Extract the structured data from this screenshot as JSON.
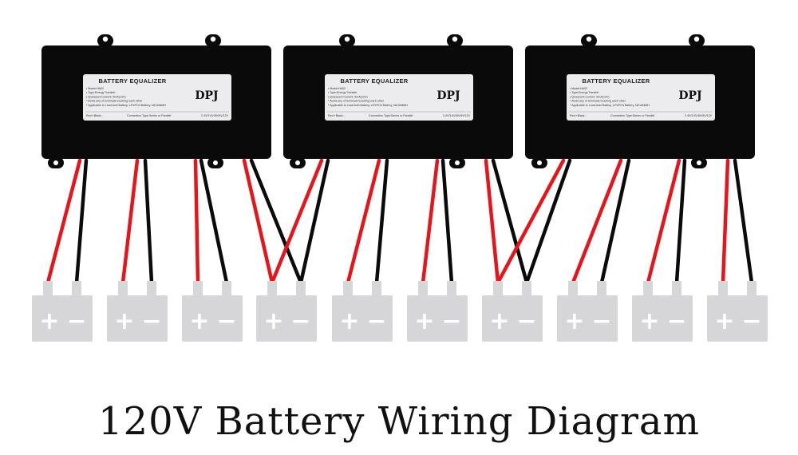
{
  "caption": "120V Battery Wiring Diagram",
  "colors": {
    "background": "#ffffff",
    "equalizer_body": "#0a0a0a",
    "label_plate": "#ececee",
    "wire_positive": "#e8141b",
    "wire_negative": "#0b0b0b",
    "battery_body": "#d6d6d9",
    "battery_symbol": "#ffffff"
  },
  "equalizers": [
    {
      "title": "BATTERY EQUALIZER",
      "brand": "DPJ",
      "specs": [
        "• Model:HA02",
        "• Type:Energy Transfer",
        "• Quiescent Current: 5mA(12V)",
        "* Avoid any of terminals touching each other",
        "* Applicable to Lead Acid Battery, LiFePO4 Battery, NiCd/NiMH"
      ],
      "footer_left": "Red:+Black:-",
      "footer_mid": "Connection Type:Series or Parallel",
      "footer_right": "2.4V/3.6V/6V/9V/12V"
    },
    {
      "title": "BATTERY EQUALIZER",
      "brand": "DPJ",
      "specs": [
        "• Model:HA02",
        "• Type:Energy Transfer",
        "• Quiescent Current: 5mA(12V)",
        "* Avoid any of terminals touching each other",
        "* Applicable to Lead Acid Battery, LiFePO4 Battery, NiCd/NiMH"
      ],
      "footer_left": "Red:+Black:-",
      "footer_mid": "Connection Type:Series or Parallel",
      "footer_right": "2.4V/3.6V/6V/9V/12V"
    },
    {
      "title": "BATTERY EQUALIZER",
      "brand": "DPJ",
      "specs": [
        "• Model:HA02",
        "• Type:Energy Transfer",
        "• Quiescent Current: 5mA(12V)",
        "* Avoid any of terminals touching each other",
        "* Applicable to Lead Acid Battery, LiFePO4 Battery, NiCd/NiMH"
      ],
      "footer_left": "Red:+Black:-",
      "footer_mid": "Connection Type:Series or Parallel",
      "footer_right": "2.4V/3.6V/6V/9V/12V"
    }
  ],
  "batteries": [
    {
      "plus": "+",
      "minus": "−"
    },
    {
      "plus": "+",
      "minus": "−"
    },
    {
      "plus": "+",
      "minus": "−"
    },
    {
      "plus": "+",
      "minus": "−"
    },
    {
      "plus": "+",
      "minus": "−"
    },
    {
      "plus": "+",
      "minus": "−"
    },
    {
      "plus": "+",
      "minus": "−"
    },
    {
      "plus": "+",
      "minus": "−"
    },
    {
      "plus": "+",
      "minus": "−"
    },
    {
      "plus": "+",
      "minus": "−"
    }
  ],
  "wires": [
    {
      "equalizer": 0,
      "battery": 0,
      "polarity": "positive"
    },
    {
      "equalizer": 0,
      "battery": 0,
      "polarity": "negative"
    },
    {
      "equalizer": 0,
      "battery": 1,
      "polarity": "positive"
    },
    {
      "equalizer": 0,
      "battery": 1,
      "polarity": "negative"
    },
    {
      "equalizer": 0,
      "battery": 2,
      "polarity": "positive"
    },
    {
      "equalizer": 0,
      "battery": 2,
      "polarity": "negative"
    },
    {
      "equalizer": 0,
      "battery": 3,
      "polarity": "positive"
    },
    {
      "equalizer": 0,
      "battery": 3,
      "polarity": "negative"
    },
    {
      "equalizer": 1,
      "battery": 3,
      "polarity": "positive"
    },
    {
      "equalizer": 1,
      "battery": 3,
      "polarity": "negative"
    },
    {
      "equalizer": 1,
      "battery": 4,
      "polarity": "positive"
    },
    {
      "equalizer": 1,
      "battery": 4,
      "polarity": "negative"
    },
    {
      "equalizer": 1,
      "battery": 5,
      "polarity": "positive"
    },
    {
      "equalizer": 1,
      "battery": 5,
      "polarity": "negative"
    },
    {
      "equalizer": 1,
      "battery": 6,
      "polarity": "positive"
    },
    {
      "equalizer": 1,
      "battery": 6,
      "polarity": "negative"
    },
    {
      "equalizer": 2,
      "battery": 6,
      "polarity": "positive"
    },
    {
      "equalizer": 2,
      "battery": 6,
      "polarity": "negative"
    },
    {
      "equalizer": 2,
      "battery": 7,
      "polarity": "positive"
    },
    {
      "equalizer": 2,
      "battery": 7,
      "polarity": "negative"
    },
    {
      "equalizer": 2,
      "battery": 8,
      "polarity": "positive"
    },
    {
      "equalizer": 2,
      "battery": 8,
      "polarity": "negative"
    },
    {
      "equalizer": 2,
      "battery": 9,
      "polarity": "positive"
    },
    {
      "equalizer": 2,
      "battery": 9,
      "polarity": "negative"
    }
  ]
}
